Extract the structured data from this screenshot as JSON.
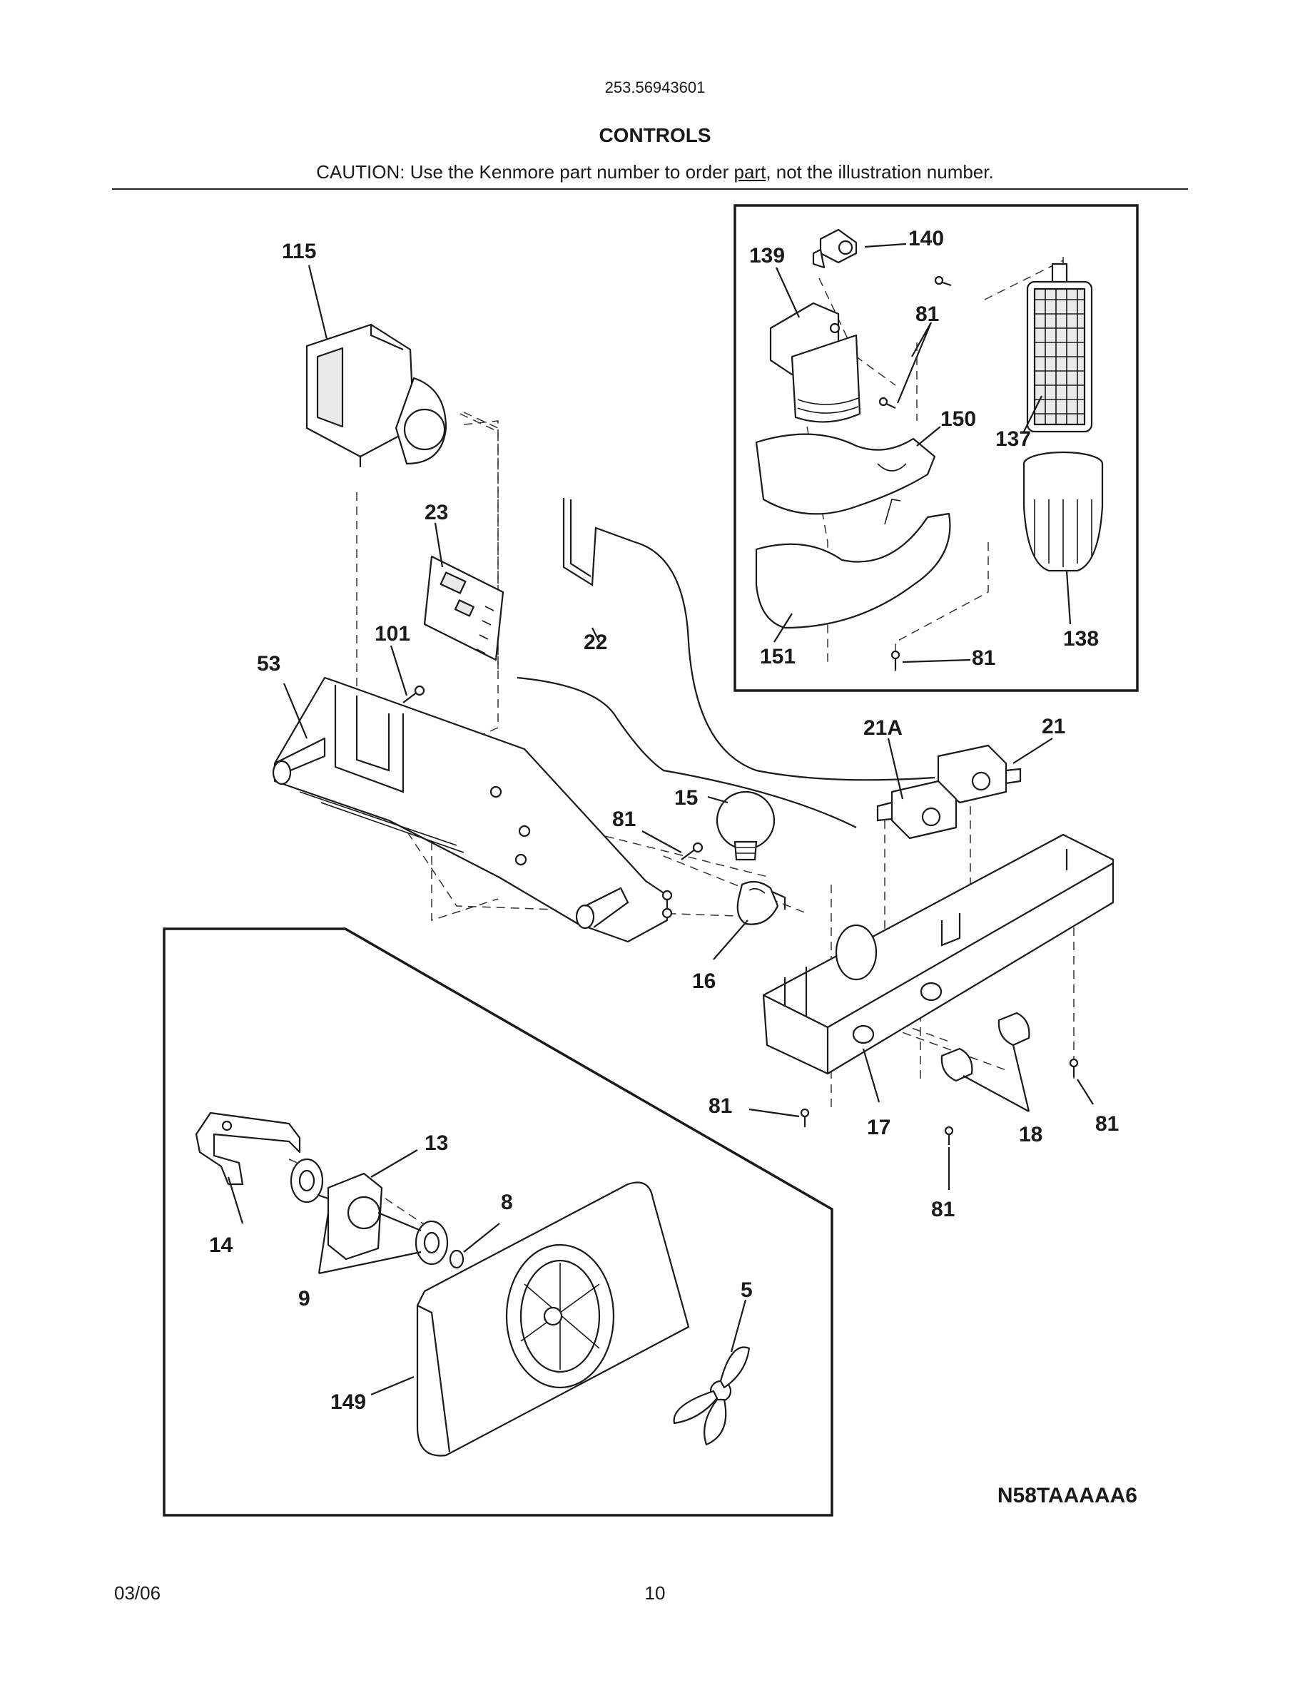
{
  "header": {
    "model_number": "253.56943601",
    "section_title": "CONTROLS",
    "caution_before": "CAUTION: Use the Kenmore part number to order ",
    "caution_underlined": "part",
    "caution_after": ", not the illustration number."
  },
  "diagram": {
    "callouts": {
      "c115": "115",
      "c139": "139",
      "c140": "140",
      "c81a": "81",
      "c150": "150",
      "c137": "137",
      "c138": "138",
      "c151": "151",
      "c81b": "81",
      "c23": "23",
      "c22": "22",
      "c101": "101",
      "c53": "53",
      "c21A": "21A",
      "c21": "21",
      "c15": "15",
      "c81c": "81",
      "c16": "16",
      "c81d": "81",
      "c17": "17",
      "c18": "18",
      "c81e": "81",
      "c81f": "81",
      "c13": "13",
      "c8": "8",
      "c14": "14",
      "c9": "9",
      "c5": "5",
      "c149": "149"
    },
    "drawing_code": "N58TAAAAA6"
  },
  "footer": {
    "date": "03/06",
    "page_number": "10"
  }
}
